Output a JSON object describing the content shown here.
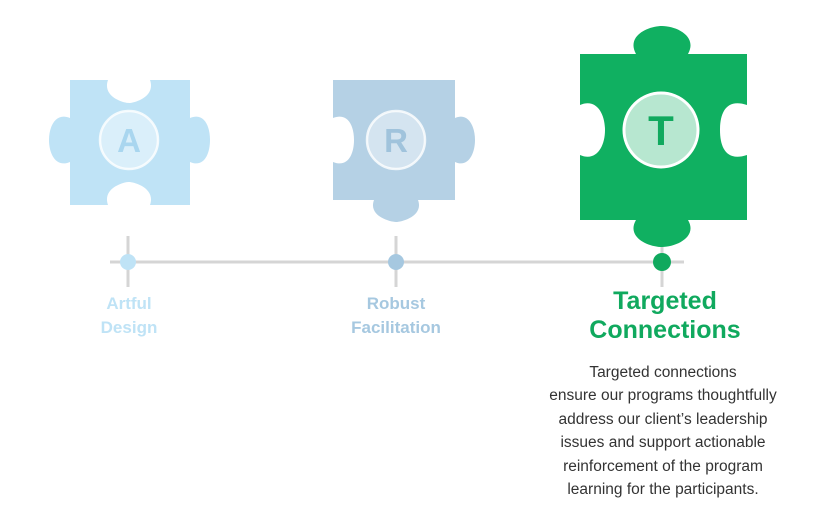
{
  "steps": [
    {
      "letter": "A",
      "label_lines": [
        "Artful",
        "Design"
      ],
      "colors": {
        "piece": "#bfe3f6",
        "letter": "#a9d6ef",
        "dot": "#bfe3f6"
      }
    },
    {
      "letter": "R",
      "label_lines": [
        "Robust",
        "Facilitation"
      ],
      "colors": {
        "piece": "#b5d1e5",
        "letter": "#a0c3dc",
        "dot": "#a6c8e0"
      }
    },
    {
      "letter": "T",
      "label_lines": [
        "Targeted",
        "Connections"
      ],
      "colors": {
        "piece": "#10b061",
        "letter": "#10a95e",
        "dot": "#10a95e"
      }
    }
  ],
  "description_lines": [
    "Targeted connections",
    "ensure our programs thoughtfully",
    "address our client’s leadership",
    "issues and support actionable",
    "reinforcement of the program",
    "learning for the participants."
  ],
  "timeline": {
    "line_color": "#d5d5d5",
    "active_step": 3
  },
  "icons": [
    "puzzle-piece-icon"
  ]
}
